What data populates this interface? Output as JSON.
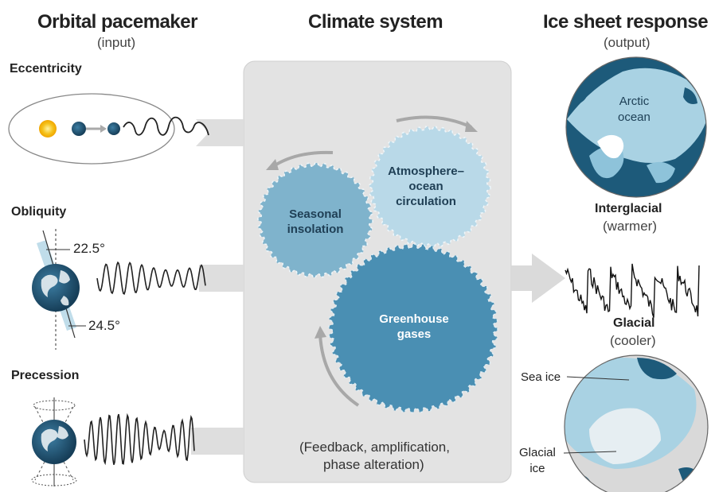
{
  "columns": {
    "left": {
      "title": "Orbital pacemaker",
      "subtitle": "(input)"
    },
    "middle": {
      "title": "Climate system"
    },
    "right": {
      "title": "Ice sheet response",
      "subtitle": "(output)"
    }
  },
  "inputs": {
    "eccentricity": {
      "label": "Eccentricity"
    },
    "obliquity": {
      "label": "Obliquity",
      "angle_min": "22.5°",
      "angle_max": "24.5°"
    },
    "precession": {
      "label": "Precession"
    }
  },
  "gears": {
    "seasonal": {
      "label_line1": "Seasonal",
      "label_line2": "insolation"
    },
    "atmosphere": {
      "label_line1": "Atmosphere–",
      "label_line2": "ocean",
      "label_line3": "circulation"
    },
    "greenhouse": {
      "label_line1": "Greenhouse",
      "label_line2": "gases"
    }
  },
  "feedback": {
    "line1": "(Feedback, amplification,",
    "line2": "phase alteration)"
  },
  "outputs": {
    "arctic_label_line1": "Arctic",
    "arctic_label_line2": "ocean",
    "interglacial": {
      "label": "Interglacial",
      "subtitle": "(warmer)"
    },
    "glacial": {
      "label": "Glacial",
      "subtitle": "(cooler)"
    },
    "sea_ice_label": "Sea ice",
    "glacial_ice_label_line1": "Glacial",
    "glacial_ice_label_line2": "ice"
  },
  "colors": {
    "panel": "#e3e3e3",
    "gear_light": "#b9d9e8",
    "gear_mid": "#7fb3cc",
    "gear_dark": "#4a8fb3",
    "ocean": "#1d5a7a",
    "ice": "#a9d2e3",
    "arrow": "#dcdcdc"
  }
}
